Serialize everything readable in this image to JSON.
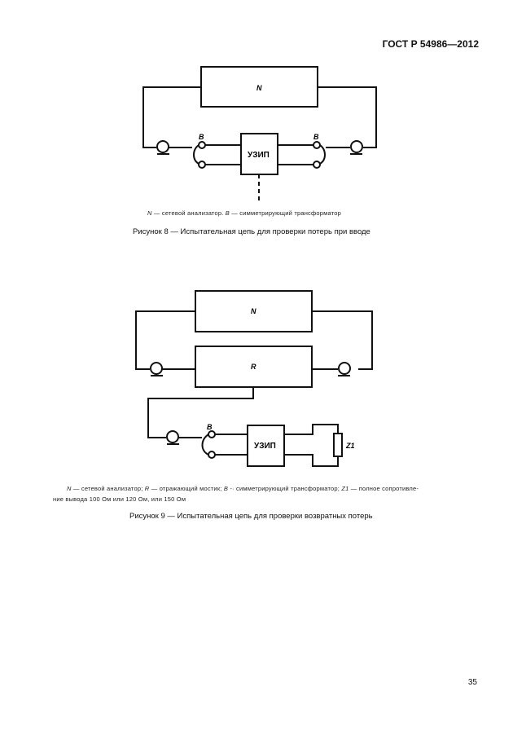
{
  "header": {
    "standard": "ГОСТ Р 54986—2012"
  },
  "figure8": {
    "block_n": "N",
    "label_b_left": "B",
    "label_b_right": "B",
    "block_uzip": "УЗИП",
    "legend": {
      "n_sym": "N",
      "n_text": " — сетевой анализатор. ",
      "b_sym": "B",
      "b_text": " — симметрирующий трансформатор"
    },
    "caption": "Рисунок 8 — Испытательная цепь для проверки потерь при вводе"
  },
  "figure9": {
    "block_n": "N",
    "block_r": "R",
    "label_b": "B",
    "block_uzip": "УЗИП",
    "label_z1": "Z1",
    "legend": {
      "n_sym": "N",
      "n_text": " — сетевой анализатор; ",
      "r_sym": "R",
      "r_text": " — отражающий мостик; ",
      "b_sym": "B",
      "b_text": " -· симметрирующий трансформатор; ",
      "z_sym": "Z1",
      "z_text": " — полное сопротивле-",
      "line2": "ние  вывода 100 Ом или 120 Ом, или 150 Ом"
    },
    "caption": "Рисунок 9 — Испытательная цепь для проверки возвратных потерь"
  },
  "page_number": "35"
}
